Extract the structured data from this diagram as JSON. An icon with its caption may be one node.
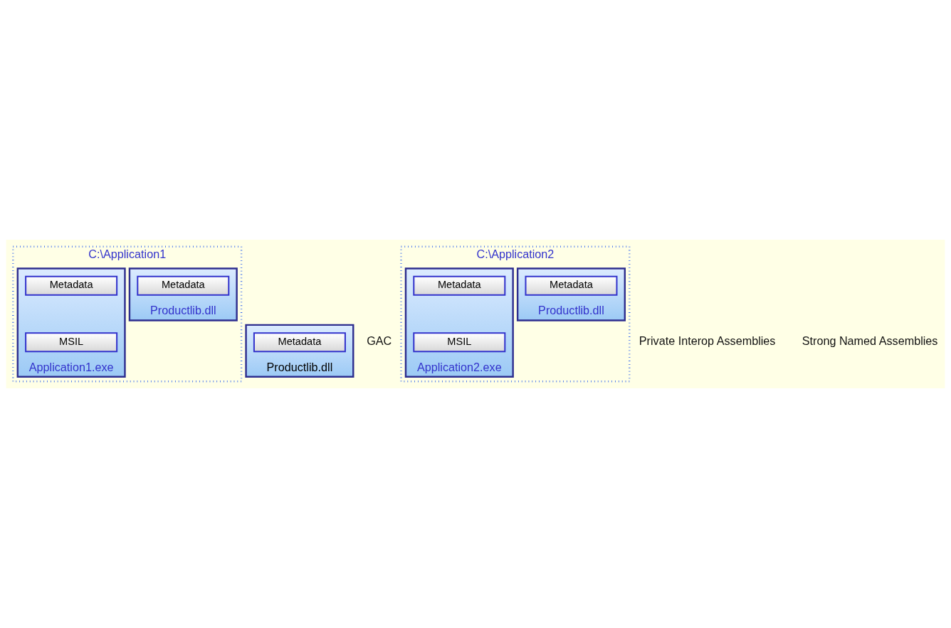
{
  "diagram": {
    "nodes": [
      {
        "text": [
          "C:\\Application1"
        ]
      },
      {
        "text": [
          "Application1.exe"
        ],
        "in": 0
      },
      {
        "text": [
          "Metadata"
        ],
        "in": 1
      },
      {
        "text": [
          "MSIL"
        ],
        "in": 1
      },
      {
        "text": [
          "Productlib.dll"
        ],
        "in": 0
      },
      {
        "text": [
          "Metadata"
        ],
        "in": 4
      },
      {
        "text": [
          "C:\\Application2"
        ]
      },
      {
        "text": [
          "Application2.exe"
        ],
        "in": 6
      },
      {
        "text": [
          "Metadata"
        ],
        "in": 7
      },
      {
        "text": [
          "MSIL"
        ],
        "in": 7
      },
      {
        "text": [
          "Productlib.dll"
        ],
        "in": 6
      },
      {
        "text": [
          "Metadata"
        ],
        "in": 10
      },
      {
        "text": [
          "Productlib.dll"
        ]
      },
      {
        "text": [
          "Metadata"
        ],
        "in": 12
      }
    ],
    "edges": [],
    "labels": [
      "Private Interop Assemblies",
      "GAC",
      "Strong Named Assemblies"
    ]
  }
}
